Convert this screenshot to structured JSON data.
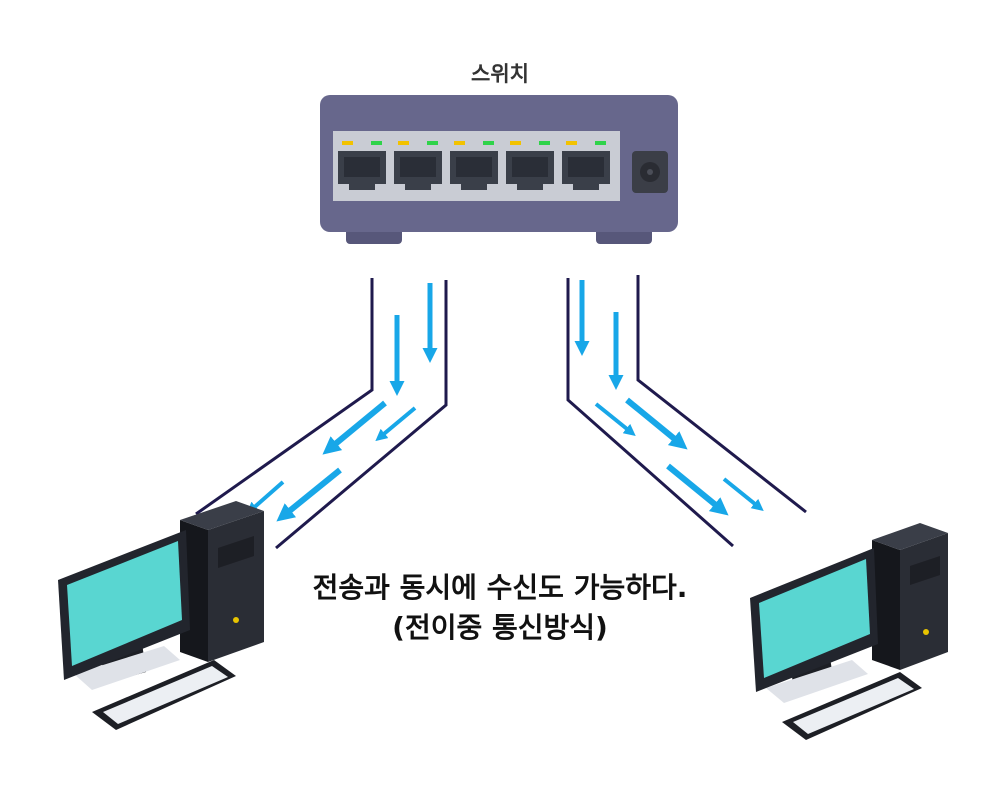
{
  "switch": {
    "label": "스위치",
    "port_count": 5
  },
  "caption": {
    "line1": "전송과 동시에 수신도 가능하다.",
    "line2": "(전이중 통신방식)"
  },
  "colors": {
    "switch_body": "#67678c",
    "port_panel": "#c9ccd4",
    "port_jack": "#3a3f49",
    "led_yellow": "#f2c200",
    "led_green": "#2fd34a",
    "arrow": "#18a7e8",
    "channel_line": "#1f1a4d",
    "monitor_screen": "#59d6d1",
    "computer_dark": "#22252d"
  }
}
